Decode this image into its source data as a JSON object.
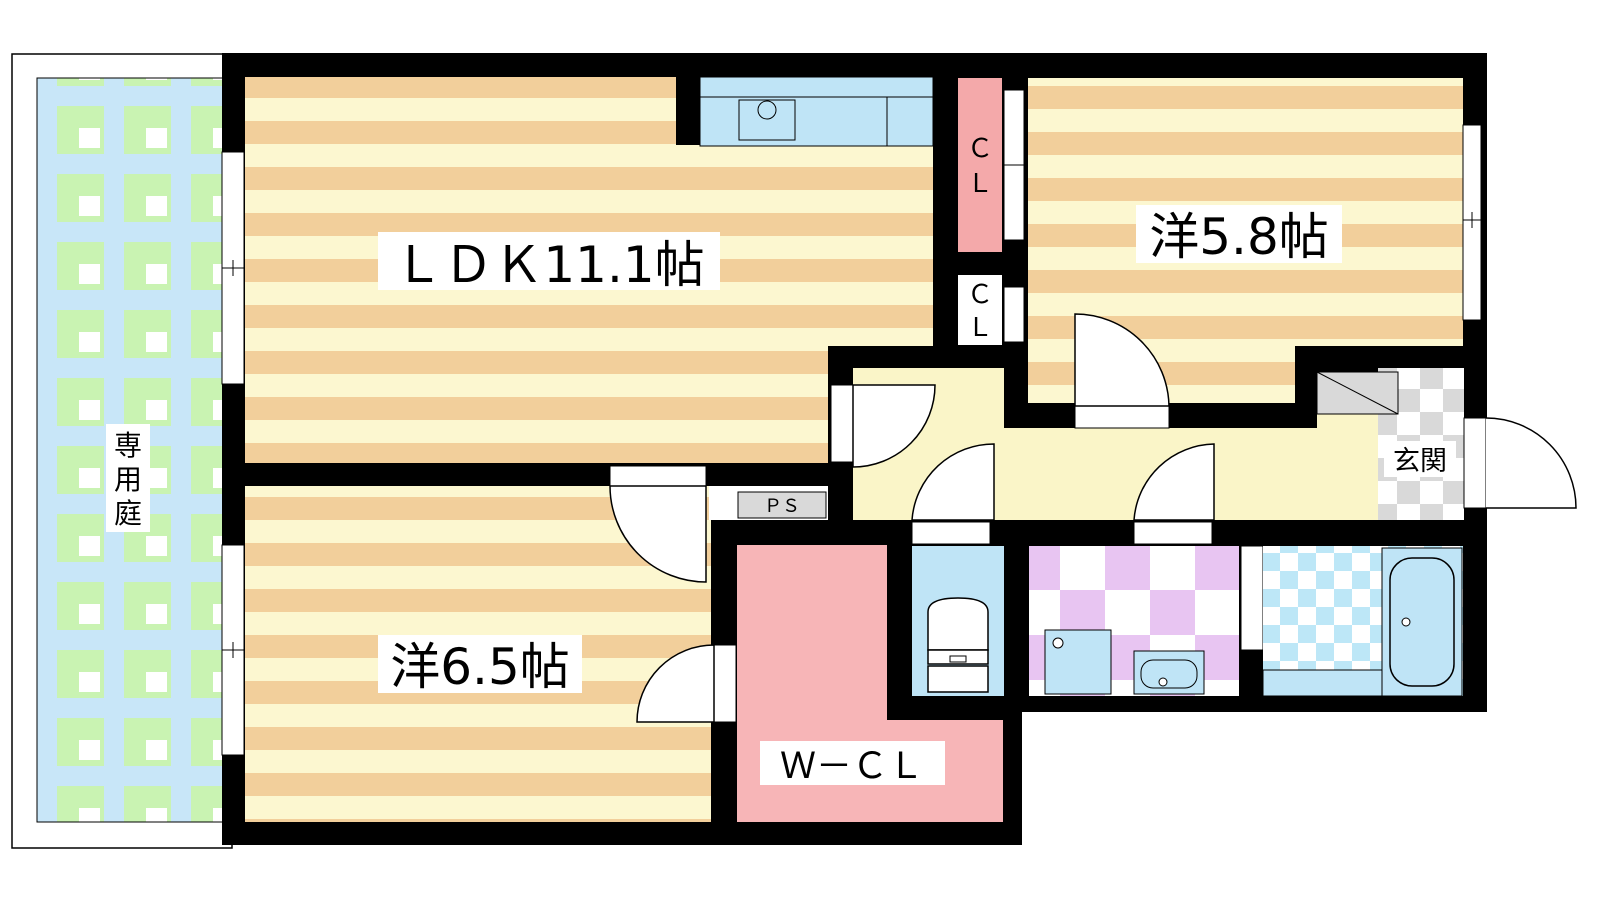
{
  "rooms": {
    "ldk": {
      "label": "ＬＤＫ11.1帖"
    },
    "western_58": {
      "label": "洋5.8帖"
    },
    "western_65": {
      "label": "洋6.5帖"
    },
    "walk_in_closet": {
      "label": "Ｗ－ＣＬ"
    },
    "closet_1": {
      "label_line1": "Ｃ",
      "label_line2": "Ｌ"
    },
    "closet_2": {
      "label_line1": "Ｃ",
      "label_line2": "Ｌ"
    },
    "entrance": {
      "label": "玄関"
    },
    "private_garden": {
      "label_line1": "専",
      "label_line2": "用",
      "label_line3": "庭"
    },
    "pipe_space": {
      "label": "ＰＳ"
    }
  },
  "colors": {
    "wall": "#000000",
    "floor_stripe_dark": "#f2cf9b",
    "floor_stripe_light": "#fcf7d0",
    "hallway": "#faf5c8",
    "closet_pink": "#f4a9aa",
    "wcl_pink": "#f7b5b7",
    "garden_blue": "#c8e6f8",
    "garden_green": "#c9f3b2",
    "fixture_blue": "#bfe4f6",
    "wash_pink": "#e8c5f2",
    "bath_tile_blue": "#bde7f7",
    "entrance_tile": "#d9d9d9"
  }
}
